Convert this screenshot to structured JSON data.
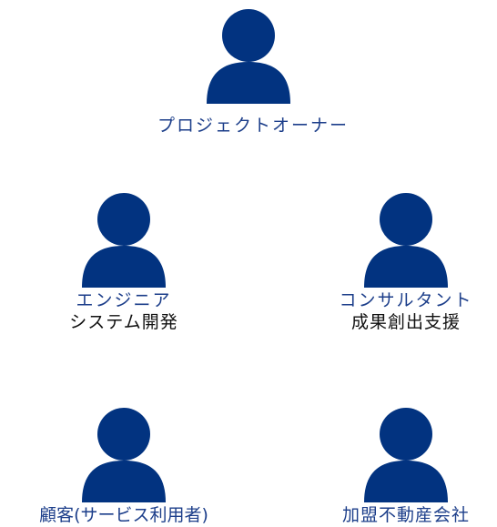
{
  "colors": {
    "icon": "#023380",
    "role_text": "#1c3e8a",
    "duty_text": "#111111"
  },
  "people": [
    {
      "icon": "person-icon",
      "role": "プロジェクトオーナー",
      "duty": ""
    },
    {
      "icon": "person-icon",
      "role": "エンジニア",
      "duty": "システム開発"
    },
    {
      "icon": "person-icon",
      "role": "コンサルタント",
      "duty": "成果創出支援"
    },
    {
      "icon": "person-icon",
      "role": "顧客(サービス利用者)",
      "duty": ""
    },
    {
      "icon": "person-icon",
      "role": "加盟不動産会社",
      "duty": ""
    }
  ]
}
